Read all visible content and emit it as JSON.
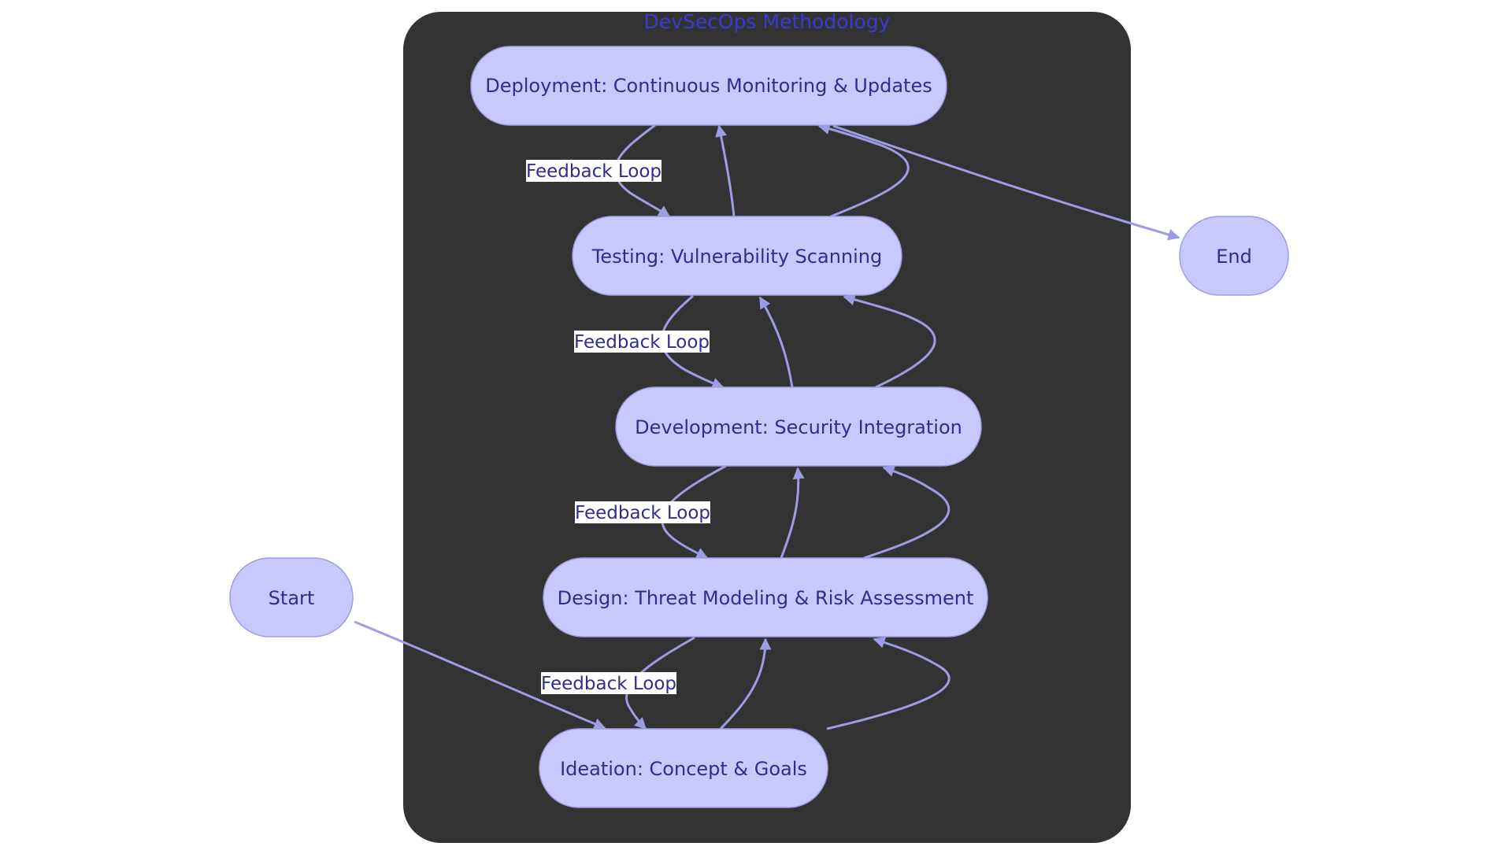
{
  "diagram": {
    "cluster_title": "DevSecOps Methodology",
    "edge_label": "Feedback Loop",
    "nodes": {
      "deployment": "Deployment: Continuous Monitoring & Updates",
      "testing": "Testing: Vulnerability Scanning",
      "development": "Development: Security Integration",
      "design": "Design: Threat Modeling & Risk Assessment",
      "ideation": "Ideation: Concept & Goals",
      "start": "Start",
      "end": "End"
    },
    "colors": {
      "cluster_background": "#333333",
      "node_fill": "#c8c8fd",
      "node_stroke": "#9d9de3",
      "node_text": "#2e2e8f",
      "edge": "#9d9de3",
      "title": "#3a3ad0"
    }
  }
}
